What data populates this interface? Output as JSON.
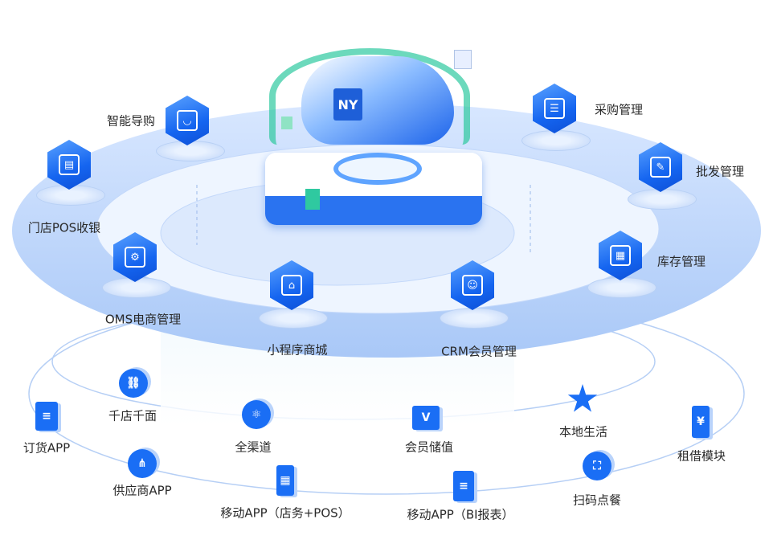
{
  "colors": {
    "primary": "#1a6ef5",
    "ring": "#cfe0fb",
    "accent_green": "#2fc9a0"
  },
  "center": {
    "logo_text": "NY",
    "icon": "cloud-server-icon"
  },
  "core_modules": [
    {
      "label": "智能导购",
      "icon": "shopping-guide-icon"
    },
    {
      "label": "门店POS收银",
      "icon": "pos-register-icon"
    },
    {
      "label": "OMS电商管理",
      "icon": "oms-settings-icon"
    },
    {
      "label": "小程序商城",
      "icon": "mini-program-store-icon"
    },
    {
      "label": "CRM会员管理",
      "icon": "crm-member-icon"
    },
    {
      "label": "库存管理",
      "icon": "inventory-icon"
    },
    {
      "label": "批发管理",
      "icon": "wholesale-icon"
    },
    {
      "label": "采购管理",
      "icon": "purchase-icon"
    }
  ],
  "extensions": [
    {
      "label": "千店千面",
      "icon": "link-icon"
    },
    {
      "label": "订货APP",
      "icon": "clipboard-icon"
    },
    {
      "label": "全渠道",
      "icon": "omnichannel-icon"
    },
    {
      "label": "会员储值",
      "icon": "member-card-icon"
    },
    {
      "label": "本地生活",
      "icon": "star-icon"
    },
    {
      "label": "租借模块",
      "icon": "rental-icon"
    },
    {
      "label": "供应商APP",
      "icon": "supplier-network-icon"
    },
    {
      "label": "移动APP（店务+POS）",
      "icon": "calculator-icon"
    },
    {
      "label": "移动APP（BI报表）",
      "icon": "report-icon"
    },
    {
      "label": "扫码点餐",
      "icon": "scan-icon"
    }
  ]
}
